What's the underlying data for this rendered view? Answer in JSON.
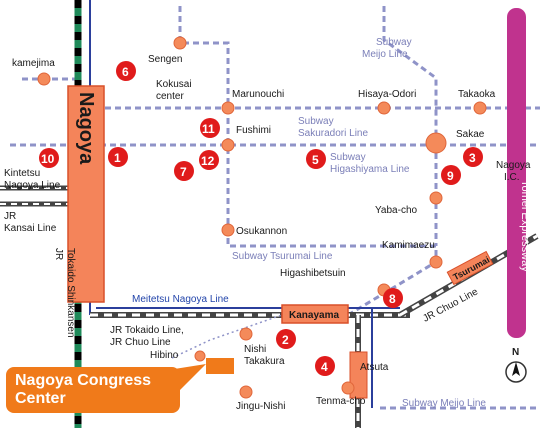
{
  "stations": {
    "kamejima": "kamejima",
    "sengen": "Sengen",
    "kokusai_center": "Kokusai\ncenter",
    "marunouchi": "Marunouchi",
    "hisaya_odori": "Hisaya-Odori",
    "takaoka": "Takaoka",
    "fushimi": "Fushimi",
    "sakae": "Sakae",
    "yaba_cho": "Yaba-cho",
    "osukannon": "Osukannon",
    "kamimaezu": "Kamimaezu",
    "higashibetsuin": "Higashibetsuin",
    "kanayama": "Kanayama",
    "tsurumai": "Tsurumai",
    "nishi_takakura": "Nishi\nTakakura",
    "hibino": "Hibino",
    "atsuta": "Atsuta",
    "jingu_nishi": "Jingu-Nishi",
    "tenma_cho": "Tenma-cho",
    "nagoya": "Nagoya",
    "nagoya_ic": "Nagoya\nI.C."
  },
  "lines": {
    "subway_meijo_top": "Subway\nMeijo Line",
    "sakuradori": "Subway\nSakuradori Line",
    "higashiyama": "Subway\nHigashiyama Line",
    "tsurumai": "Subway Tsurumai Line",
    "meijo_bottom": "Subway Meijo Line",
    "meitetsu": "Meitetsu Nagoya Line",
    "jr_tokaido_chuo": "JR Tokaido Line,\nJR Chuo Line",
    "jr_chuo": "JR Chuo Line",
    "kintetsu": "Kintetsu\nNagoya Line",
    "jr_kansai": "JR\nKansai Line",
    "jr_shinkansen": "JR\nTokaido Shinkansen",
    "tomei": "Tomei Expressway"
  },
  "markers": [
    "1",
    "2",
    "4",
    "6",
    "7",
    "8",
    "9",
    "10",
    "11",
    "12",
    "3",
    "5"
  ],
  "callout": "Nagoya Congress\nCenter",
  "north": "N",
  "colors": {
    "subway": "#8f93c8",
    "marker_red": "#e01b1b",
    "station_orange": "#f06a3a",
    "station_fill": "#f48a5a",
    "callout": "#f07a1a",
    "expressway": "#c0338e",
    "meitetsu_blue": "#2b3f9c",
    "shinkansen_green": "#1f8a5a"
  }
}
